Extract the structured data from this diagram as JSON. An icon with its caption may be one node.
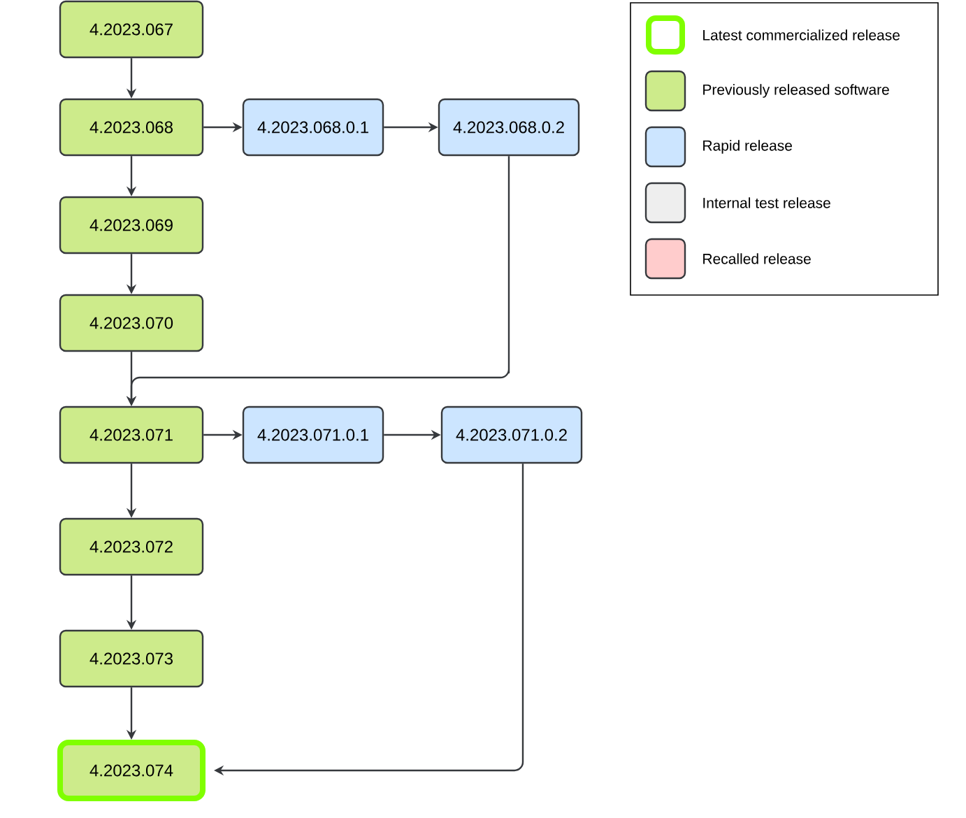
{
  "diagram": {
    "nodes": [
      {
        "text": [
          "4.2023.067"
        ]
      },
      {
        "text": [
          "4.2023.068"
        ]
      },
      {
        "text": [
          "4.2023.068.0.1"
        ]
      },
      {
        "text": [
          "4.2023.068.0.2"
        ]
      },
      {
        "text": [
          "4.2023.069"
        ]
      },
      {
        "text": [
          "4.2023.070"
        ]
      },
      {
        "text": [
          "4.2023.071"
        ]
      },
      {
        "text": [
          "4.2023.071.0.1"
        ]
      },
      {
        "text": [
          "4.2023.071.0.2"
        ]
      },
      {
        "text": [
          "4.2023.072"
        ]
      },
      {
        "text": [
          "4.2023.073"
        ]
      },
      {
        "text": [
          "4.2023.074"
        ]
      }
    ],
    "edges": [
      {
        "from": 0,
        "to": 1,
        "arrow": "to"
      },
      {
        "from": 1,
        "to": 2,
        "arrow": "to"
      },
      {
        "from": 2,
        "to": 3,
        "arrow": "to"
      },
      {
        "from": 1,
        "to": 4,
        "arrow": "to"
      },
      {
        "from": 4,
        "to": 5,
        "arrow": "to"
      },
      {
        "from": 5,
        "to": 6,
        "arrow": "to"
      },
      {
        "from": 3,
        "to": 6,
        "arrow": "to"
      },
      {
        "from": 6,
        "to": 7,
        "arrow": "to"
      },
      {
        "from": 7,
        "to": 8,
        "arrow": "to"
      },
      {
        "from": 6,
        "to": 9,
        "arrow": "to"
      },
      {
        "from": 9,
        "to": 10,
        "arrow": "to"
      },
      {
        "from": 10,
        "to": 11,
        "arrow": "to"
      },
      {
        "from": 8,
        "to": 11,
        "arrow": "to"
      }
    ],
    "legend": [
      {
        "text": "Latest commercialized release"
      },
      {
        "text": "Previously released software",
        "color": "#cdeb8b"
      },
      {
        "text": "Rapid release",
        "color": "#cce5ff"
      },
      {
        "text": "Internal test release",
        "color": "#eeeeee"
      },
      {
        "text": "Recalled release",
        "color": "#ffcccc"
      }
    ]
  }
}
